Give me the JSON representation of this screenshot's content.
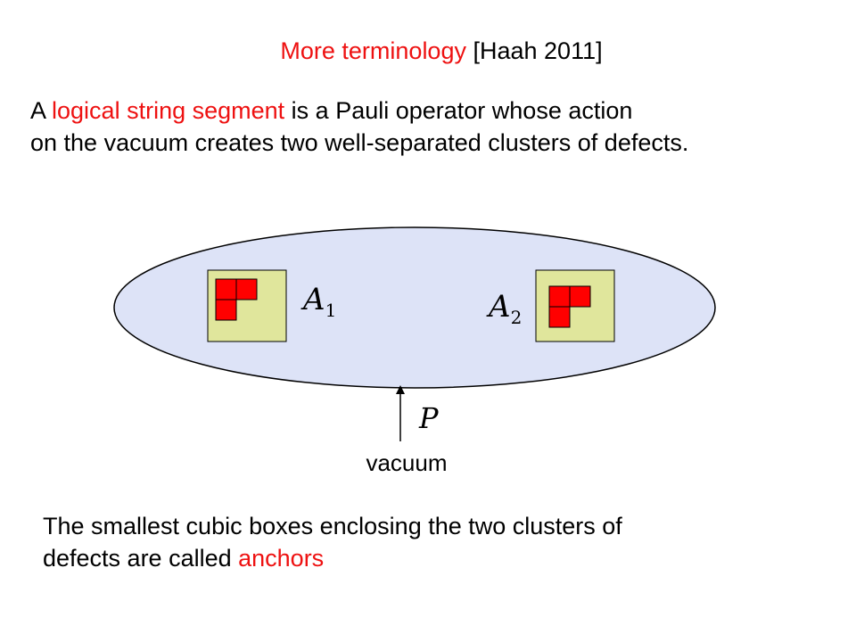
{
  "title": {
    "main": "More terminology",
    "citation": "[Haah 2011]"
  },
  "definition": {
    "line1_prefix": "A ",
    "term": "logical string segment",
    "line1_suffix": " is a Pauli operator whose action",
    "line2": "on the vacuum creates two well-separated clusters of defects."
  },
  "diagram": {
    "anchor_left": {
      "symbol": "A",
      "subscript": "1"
    },
    "anchor_right": {
      "symbol": "A",
      "subscript": "2"
    },
    "operator_label": "P",
    "source_label": "vacuum",
    "colors": {
      "ellipse_fill": "#dde3f7",
      "box_fill": "#e0e69c",
      "defect_fill": "#ff0000",
      "accent_text": "#ee1111"
    }
  },
  "footer": {
    "line1": "The smallest cubic boxes enclosing the two clusters of",
    "line2_prefix": "defects are called ",
    "term": "anchors"
  }
}
